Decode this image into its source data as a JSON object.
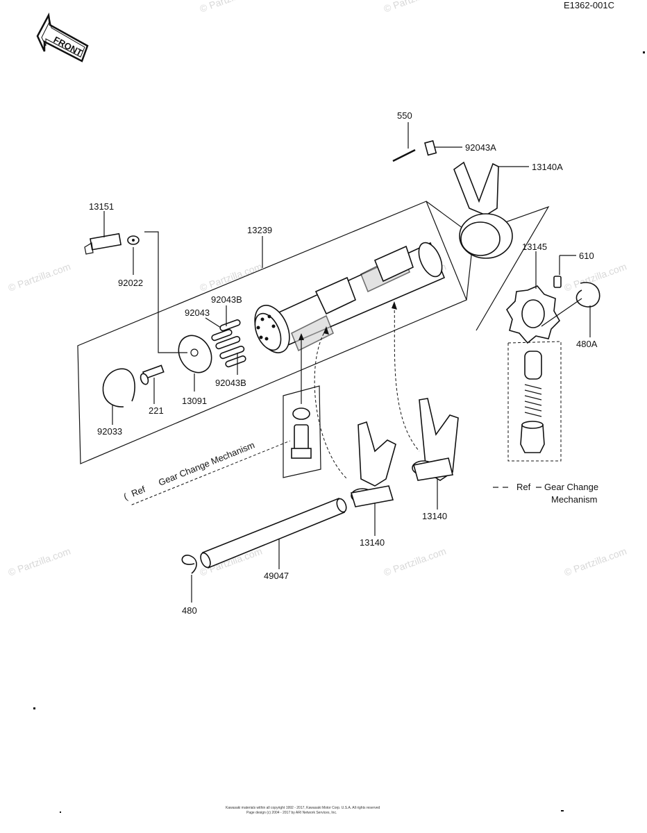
{
  "diagram_code": "E1362-001C",
  "front_badge": "FRONT",
  "parts": [
    {
      "id": "p550",
      "label": "550"
    },
    {
      "id": "p92043A",
      "label": "92043A"
    },
    {
      "id": "p13140A",
      "label": "13140A"
    },
    {
      "id": "p13151",
      "label": "13151"
    },
    {
      "id": "p13239",
      "label": "13239"
    },
    {
      "id": "p13145",
      "label": "13145"
    },
    {
      "id": "p610",
      "label": "610"
    },
    {
      "id": "p92022",
      "label": "92022"
    },
    {
      "id": "p92043B_top",
      "label": "92043B"
    },
    {
      "id": "p92043",
      "label": "92043"
    },
    {
      "id": "p480A",
      "label": "480A"
    },
    {
      "id": "p92043B_bot",
      "label": "92043B"
    },
    {
      "id": "p13091",
      "label": "13091"
    },
    {
      "id": "p221",
      "label": "221"
    },
    {
      "id": "p92033",
      "label": "92033"
    },
    {
      "id": "p13140_right",
      "label": "13140"
    },
    {
      "id": "p13140_left",
      "label": "13140"
    },
    {
      "id": "p49047",
      "label": "49047"
    },
    {
      "id": "p480",
      "label": "480"
    }
  ],
  "ref_left": {
    "prefix": "Ref",
    "text": "Gear Change  Mechanism"
  },
  "ref_right": {
    "prefix": "Ref",
    "line1": "Gear Change",
    "line2": "Mechanism"
  },
  "watermark": "© Partzilla.com",
  "footer_line1": "Kawasaki materials within all copyright 1992 - 2017, Kawasaki Motor Corp. U.S.A.  All rights reserved",
  "footer_line2": "Page design (c) 2004 - 2017 by ARI Network Services, Inc."
}
